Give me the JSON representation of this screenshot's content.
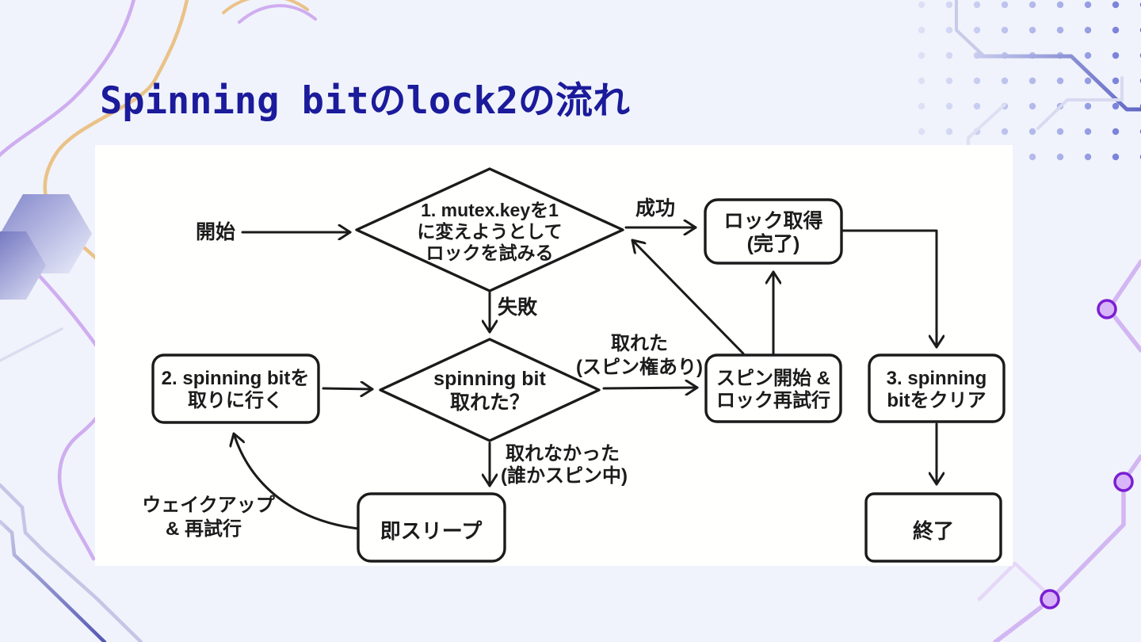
{
  "page": {
    "title": "Spinning bitのlock2の流れ"
  },
  "colors": {
    "background": "#f0f3fb",
    "panel": "#fffffe",
    "title_text": "#1b1b9b",
    "diagram_ink": "#1b1b1b",
    "deco_purple_line": "#cfadf0",
    "deco_orange_line": "#eac288",
    "deco_blue_circuit": "#6a6fc4",
    "deco_dot_blue": "#4953cf",
    "deco_node_ring": "#7b1ed2"
  },
  "flowchart": {
    "nodes": {
      "try_lock": {
        "lines": [
          "1. mutex.keyを1",
          "に変えようとして",
          "ロックを試みる"
        ]
      },
      "lock_acquired": {
        "lines": [
          "ロック取得",
          "(完了)"
        ]
      },
      "get_spinning_bit": {
        "lines": [
          "2. spinning bitを",
          "取りに行く"
        ]
      },
      "spinning_bit_check": {
        "lines": [
          "spinning bit",
          "取れた？"
        ]
      },
      "spin_start": {
        "lines": [
          "スピン開始 &",
          "ロック再試行"
        ]
      },
      "clear_spinning_bit": {
        "lines": [
          "3. spinning",
          "bitをクリア"
        ]
      },
      "sleep": {
        "lines": [
          "即スリープ"
        ]
      },
      "end": {
        "lines": [
          "終了"
        ]
      }
    },
    "edge_labels": {
      "start": "開始",
      "success": "成功",
      "failure": "失敗",
      "acquired": {
        "lines": [
          "取れた",
          "(スピン権あり)"
        ]
      },
      "not_acquired": {
        "lines": [
          "取れなかった",
          "(誰かスピン中)"
        ]
      },
      "wakeup": {
        "lines": [
          "ウェイクアップ",
          "& 再試行"
        ]
      }
    }
  }
}
